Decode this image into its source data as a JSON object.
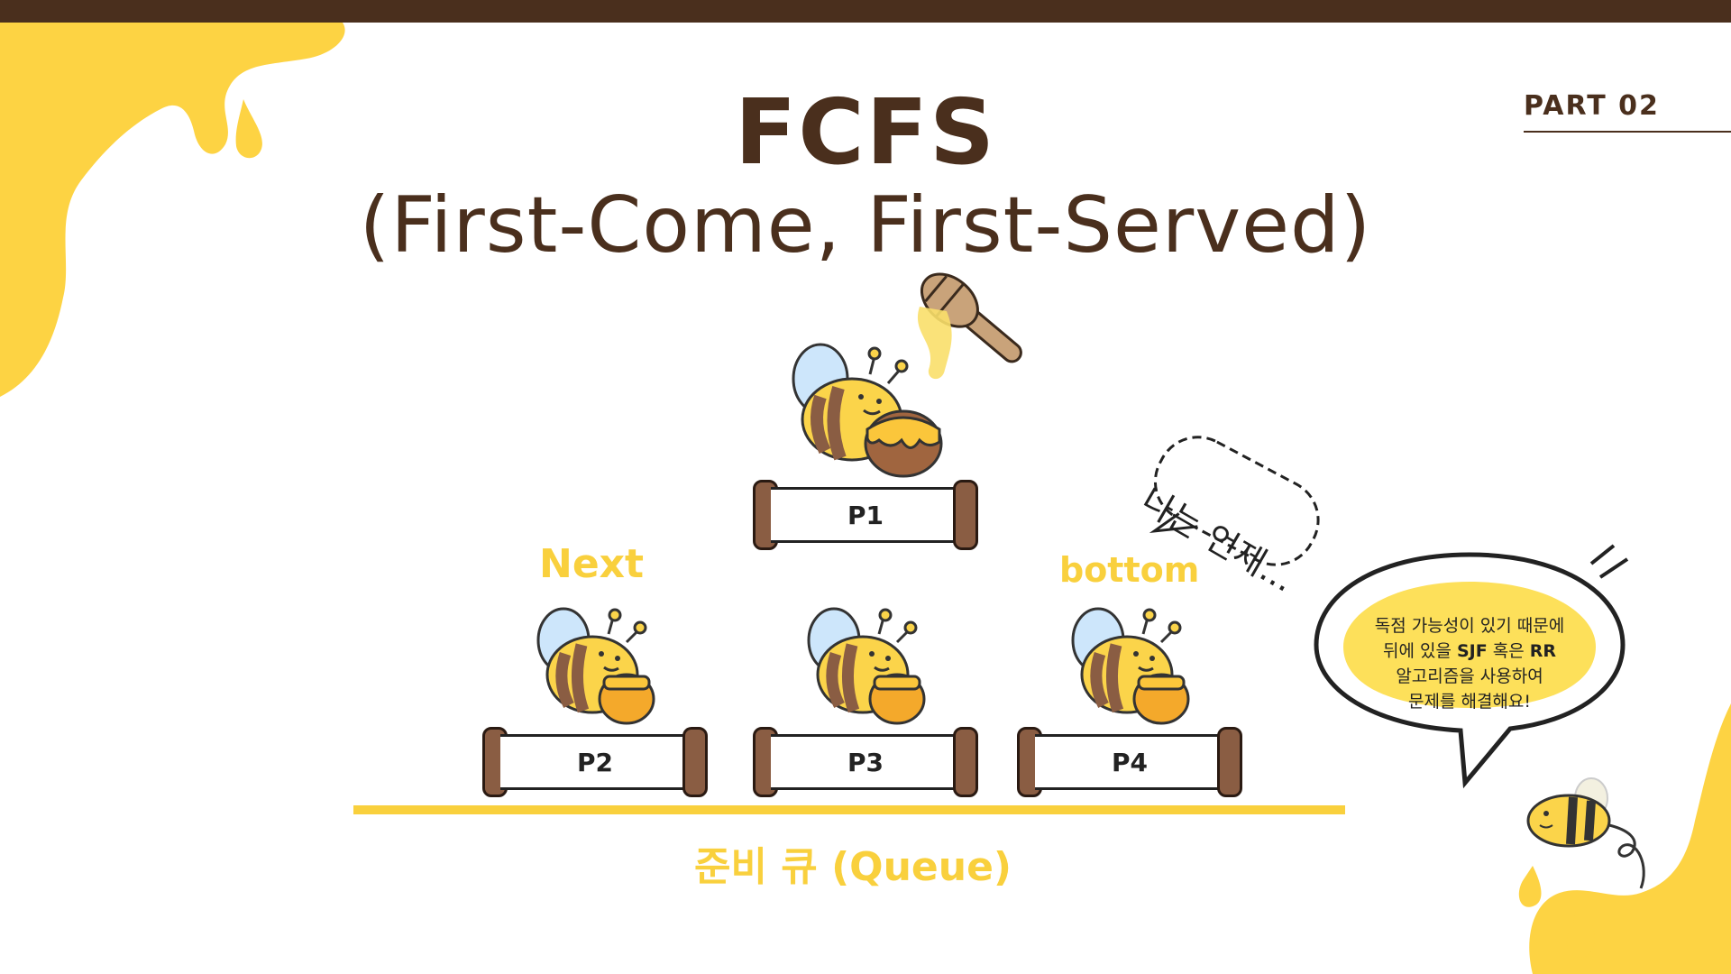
{
  "slide": {
    "title": "FCFS",
    "subtitle": "(First-Come, First-Served)",
    "part_label": "PART 02"
  },
  "processes": [
    {
      "label": "P1"
    },
    {
      "label": "P2"
    },
    {
      "label": "P3"
    },
    {
      "label": "P4"
    }
  ],
  "labels": {
    "next": "Next",
    "bottom": "bottom",
    "queue": "준비 큐 (Queue)"
  },
  "speech_bubble": {
    "text": "나는 언제..."
  },
  "info_bubble": {
    "line1": "독점 가능성이 있기 때문에",
    "line2_prefix": "뒤에 있을 ",
    "line2_bold1": "SJF",
    "line2_mid": " 혹은 ",
    "line2_bold2": "RR",
    "line3": "알고리즘을 사용하여",
    "line4": "문제를 해결해요!"
  },
  "colors": {
    "brown": "#4a2f1d",
    "honey": "#f9d03d",
    "roll": "#8a5d43"
  },
  "icons": [
    "honey-drip-icon",
    "bee-icon",
    "honey-pot-icon",
    "honey-dipper-icon"
  ]
}
